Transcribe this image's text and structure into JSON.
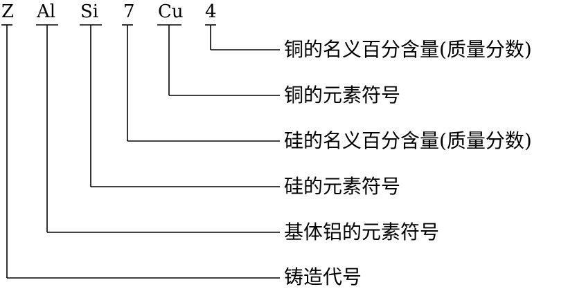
{
  "code": {
    "parts": [
      "Z",
      "Al",
      "Si",
      "7",
      "Cu",
      "4"
    ]
  },
  "labels": [
    "铜的名义百分含量(质量分数)",
    "铜的元素符号",
    "硅的名义百分含量(质量分数)",
    "硅的元素符号",
    "基体铝的元素符号",
    "铸造代号"
  ],
  "colors": {
    "foreground": "#000000",
    "background": "#ffffff"
  }
}
